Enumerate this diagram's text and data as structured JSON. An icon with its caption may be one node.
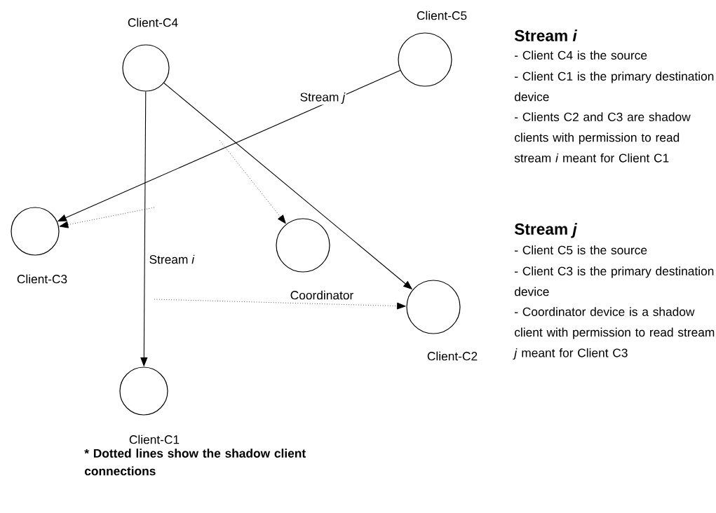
{
  "diagram": {
    "nodes": [
      {
        "text": [],
        "shape": "circle",
        "beside": [
          "Client-C4"
        ]
      },
      {
        "text": [],
        "shape": "circle",
        "beside": [
          "Client-C5"
        ]
      },
      {
        "text": [],
        "shape": "circle",
        "beside": [
          "Client-C3"
        ]
      },
      {
        "text": [],
        "shape": "circle",
        "beside": [
          "Coordinator"
        ]
      },
      {
        "text": [],
        "shape": "circle",
        "beside": [
          "Client-C2"
        ]
      },
      {
        "text": [],
        "shape": "circle",
        "beside": [
          "Client-C1"
        ]
      }
    ],
    "edges": [
      {
        "from": 0,
        "to": 5,
        "arrow": "to",
        "label": "Stream *i*"
      },
      {
        "from": 0,
        "to": 4,
        "arrow": "to"
      },
      {
        "from": 1,
        "to": 2,
        "arrow": "to",
        "label": "Stream *j*"
      },
      {
        "from": null,
        "to": 2,
        "arrow": "to",
        "style": "dashed"
      },
      {
        "from": null,
        "to": 3,
        "arrow": "to",
        "style": "dashed"
      },
      {
        "from": null,
        "to": 4,
        "arrow": "to",
        "style": "dashed"
      }
    ],
    "labels": [
      "Stream *i*",
      "- Client C4 is the source",
      "- Client C1 is the primary destination device",
      "- Clients C2 and C3 are shadow clients with permission to read stream *i* meant for Client C1",
      "Stream *j*",
      "- Client C5 is the source",
      "- Client C3 is the primary destination device",
      "- Coordinator device is a shadow client with permission to read stream *j* meant for Client C3",
      "* Dotted lines show the shadow client connections"
    ]
  }
}
